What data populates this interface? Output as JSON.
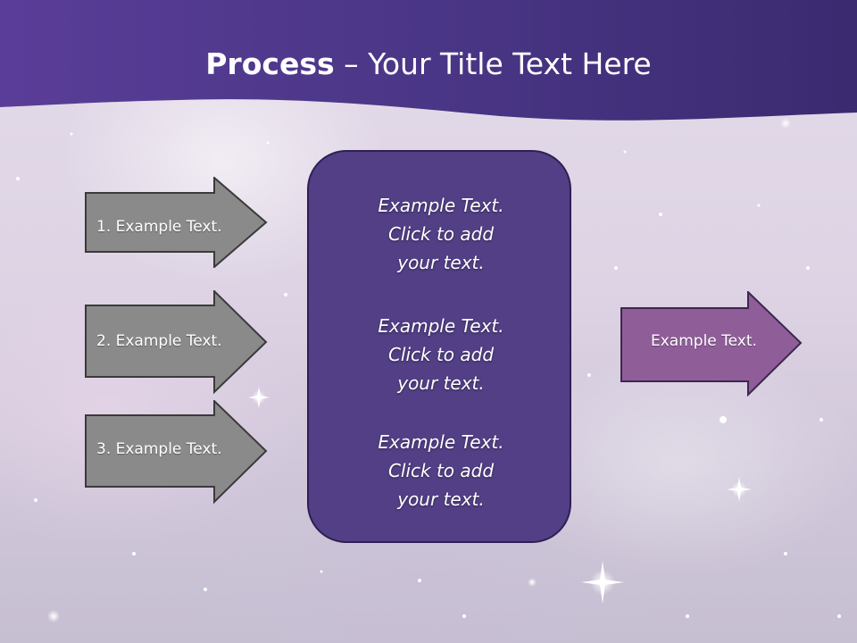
{
  "slide": {
    "title_bold": "Process",
    "title_rest": " – Your Title Text Here",
    "left_steps": [
      {
        "label": "1. Example Text."
      },
      {
        "label": "2. Example Text."
      },
      {
        "label": "3. Example Text."
      }
    ],
    "center_items": [
      {
        "line1": "Example Text.",
        "line2": "Click  to add",
        "line3": "your text."
      },
      {
        "line1": "Example Text.",
        "line2": "Click  to add",
        "line3": "your text."
      },
      {
        "line1": "Example Text.",
        "line2": "Click  to add",
        "line3": "your text."
      }
    ],
    "result": {
      "label": "Example Text."
    }
  },
  "colors": {
    "header": "#4a3788",
    "step_arrow": "#8a8a8a",
    "center_box": "#523f86",
    "result_arrow": "#8f5e99"
  }
}
